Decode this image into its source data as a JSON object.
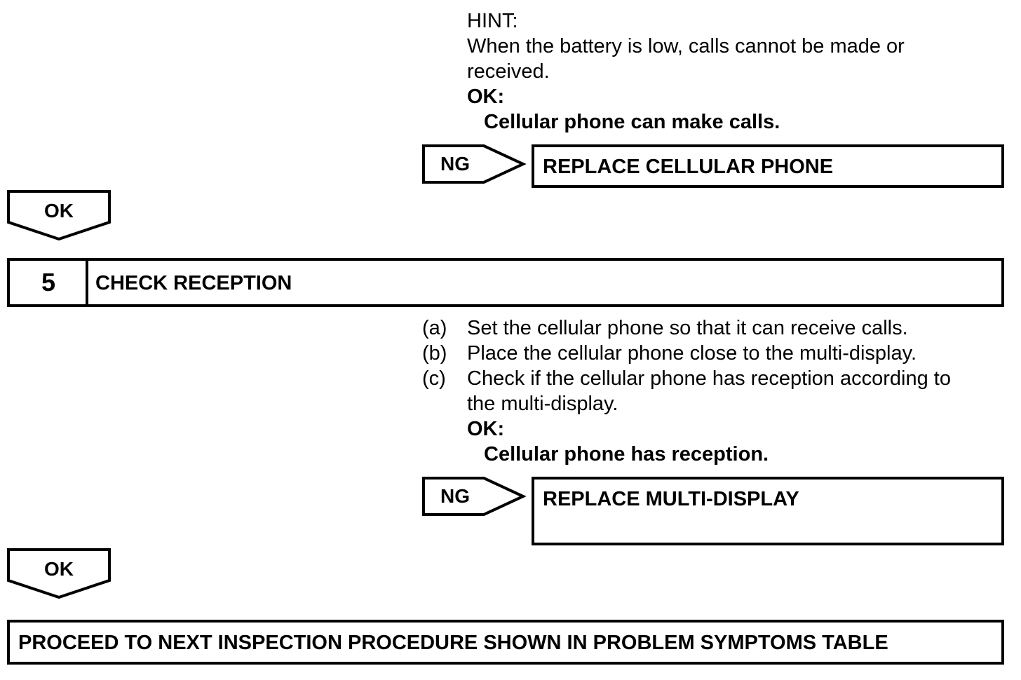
{
  "step4_tail": {
    "hint_label": "HINT:",
    "hint_lines": [
      "When the battery is low, calls cannot be made or",
      "received."
    ],
    "ok_label": "OK:",
    "ok_text": "Cellular phone can make calls.",
    "ng_label": "NG",
    "ng_result": "REPLACE CELLULAR PHONE"
  },
  "ok_arrow_1": {
    "label": "OK"
  },
  "step5": {
    "number": "5",
    "title": "CHECK RECEPTION",
    "items": [
      {
        "marker": "(a)",
        "lines": [
          "Set the cellular phone so that it can receive calls."
        ]
      },
      {
        "marker": "(b)",
        "lines": [
          "Place the cellular phone close to the multi-display."
        ]
      },
      {
        "marker": "(c)",
        "lines": [
          "Check if the cellular phone has reception according to",
          "the multi-display."
        ]
      }
    ],
    "ok_label": "OK:",
    "ok_text": "Cellular phone has reception.",
    "ng_label": "NG",
    "ng_result": "REPLACE MULTI-DISPLAY"
  },
  "ok_arrow_2": {
    "label": "OK"
  },
  "final": {
    "text": "PROCEED TO NEXT INSPECTION PROCEDURE SHOWN IN PROBLEM SYMPTOMS TABLE"
  }
}
